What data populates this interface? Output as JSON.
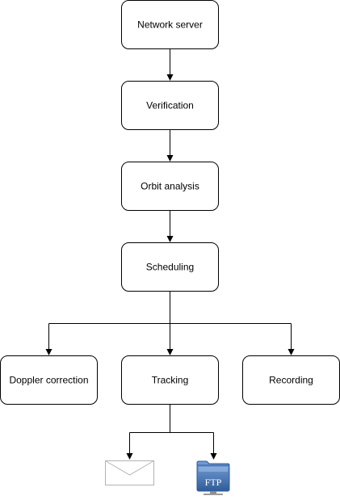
{
  "diagram": {
    "nodes": {
      "network_server": "Network server",
      "verification": "Verification",
      "orbit_analysis": "Orbit analysis",
      "scheduling": "Scheduling",
      "doppler_correction": "Doppler correction",
      "tracking": "Tracking",
      "recording": "Recording"
    },
    "icons": {
      "envelope": "envelope-icon",
      "ftp_badge_text": "FTP"
    },
    "colors": {
      "stroke": "#000000",
      "node_fill": "#ffffff",
      "envelope_stroke": "#b3b3b3",
      "ftp_blue": "#4a78b7",
      "ftp_blue_dark": "#2f5b99"
    }
  }
}
